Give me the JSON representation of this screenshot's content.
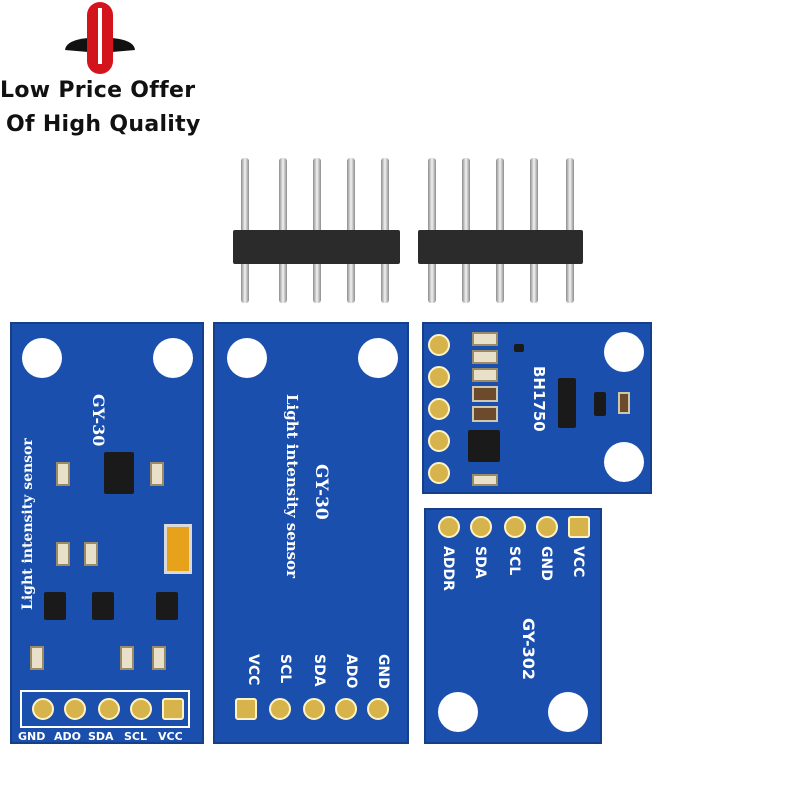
{
  "banner": {
    "line1": "Low Price Offer",
    "line2": "Of High Quality",
    "logo": "rocket-logo"
  },
  "board_left": {
    "model": "GY-30",
    "desc": "Light intensity sensor",
    "pins": [
      "GND",
      "ADO",
      "SDA",
      "SCL",
      "VCC"
    ]
  },
  "board_middle": {
    "model": "GY-30",
    "desc": "Light intensity sensor",
    "pins": [
      "VCC",
      "SCL",
      "SDA",
      "ADO",
      "GND"
    ]
  },
  "board_top_right": {
    "chip_label": "BH1750"
  },
  "board_bottom_right": {
    "model": "GY-302",
    "pins": [
      "ADDR",
      "SDA",
      "SCL",
      "GND",
      "VCC"
    ]
  },
  "colors": {
    "pcb": "#1a4fae",
    "logo_red": "#d4141c",
    "pad_gold": "#d7b44b"
  }
}
